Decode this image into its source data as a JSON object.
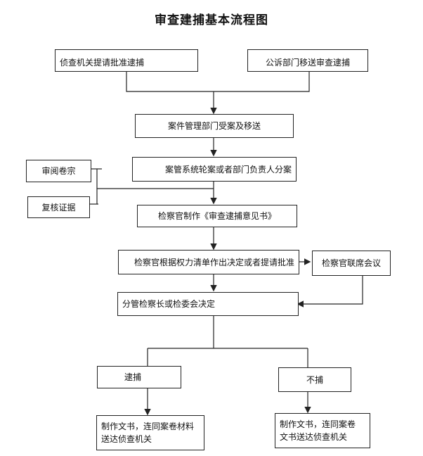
{
  "title": "审查建捕基本流程图",
  "nodes": {
    "detect_request": "侦查机关提请批准逮捕",
    "prosecution_transfer": "公诉部门移送审查逮捕",
    "case_management": "案件管理部门受案及移送",
    "assign_case": "案管系统轮案或者部门负责人分案",
    "review_files": "审阅卷宗",
    "verify_evidence": "复核证据",
    "opinion_doc": "检察官制作《审查逮捕意见书》",
    "decide_by_list": "检察官根据权力清单作出决定或者提请批准",
    "joint_meeting": "检察官联席会议",
    "chief_decision": "分管检察长或检委会决定",
    "arrest": "逮捕",
    "no_arrest": "不捕",
    "arrest_doc": "制作文书，连同案卷材料\n送达侦查机关",
    "no_arrest_doc": "制作文书，连同案卷\n文书送达侦查机关"
  }
}
